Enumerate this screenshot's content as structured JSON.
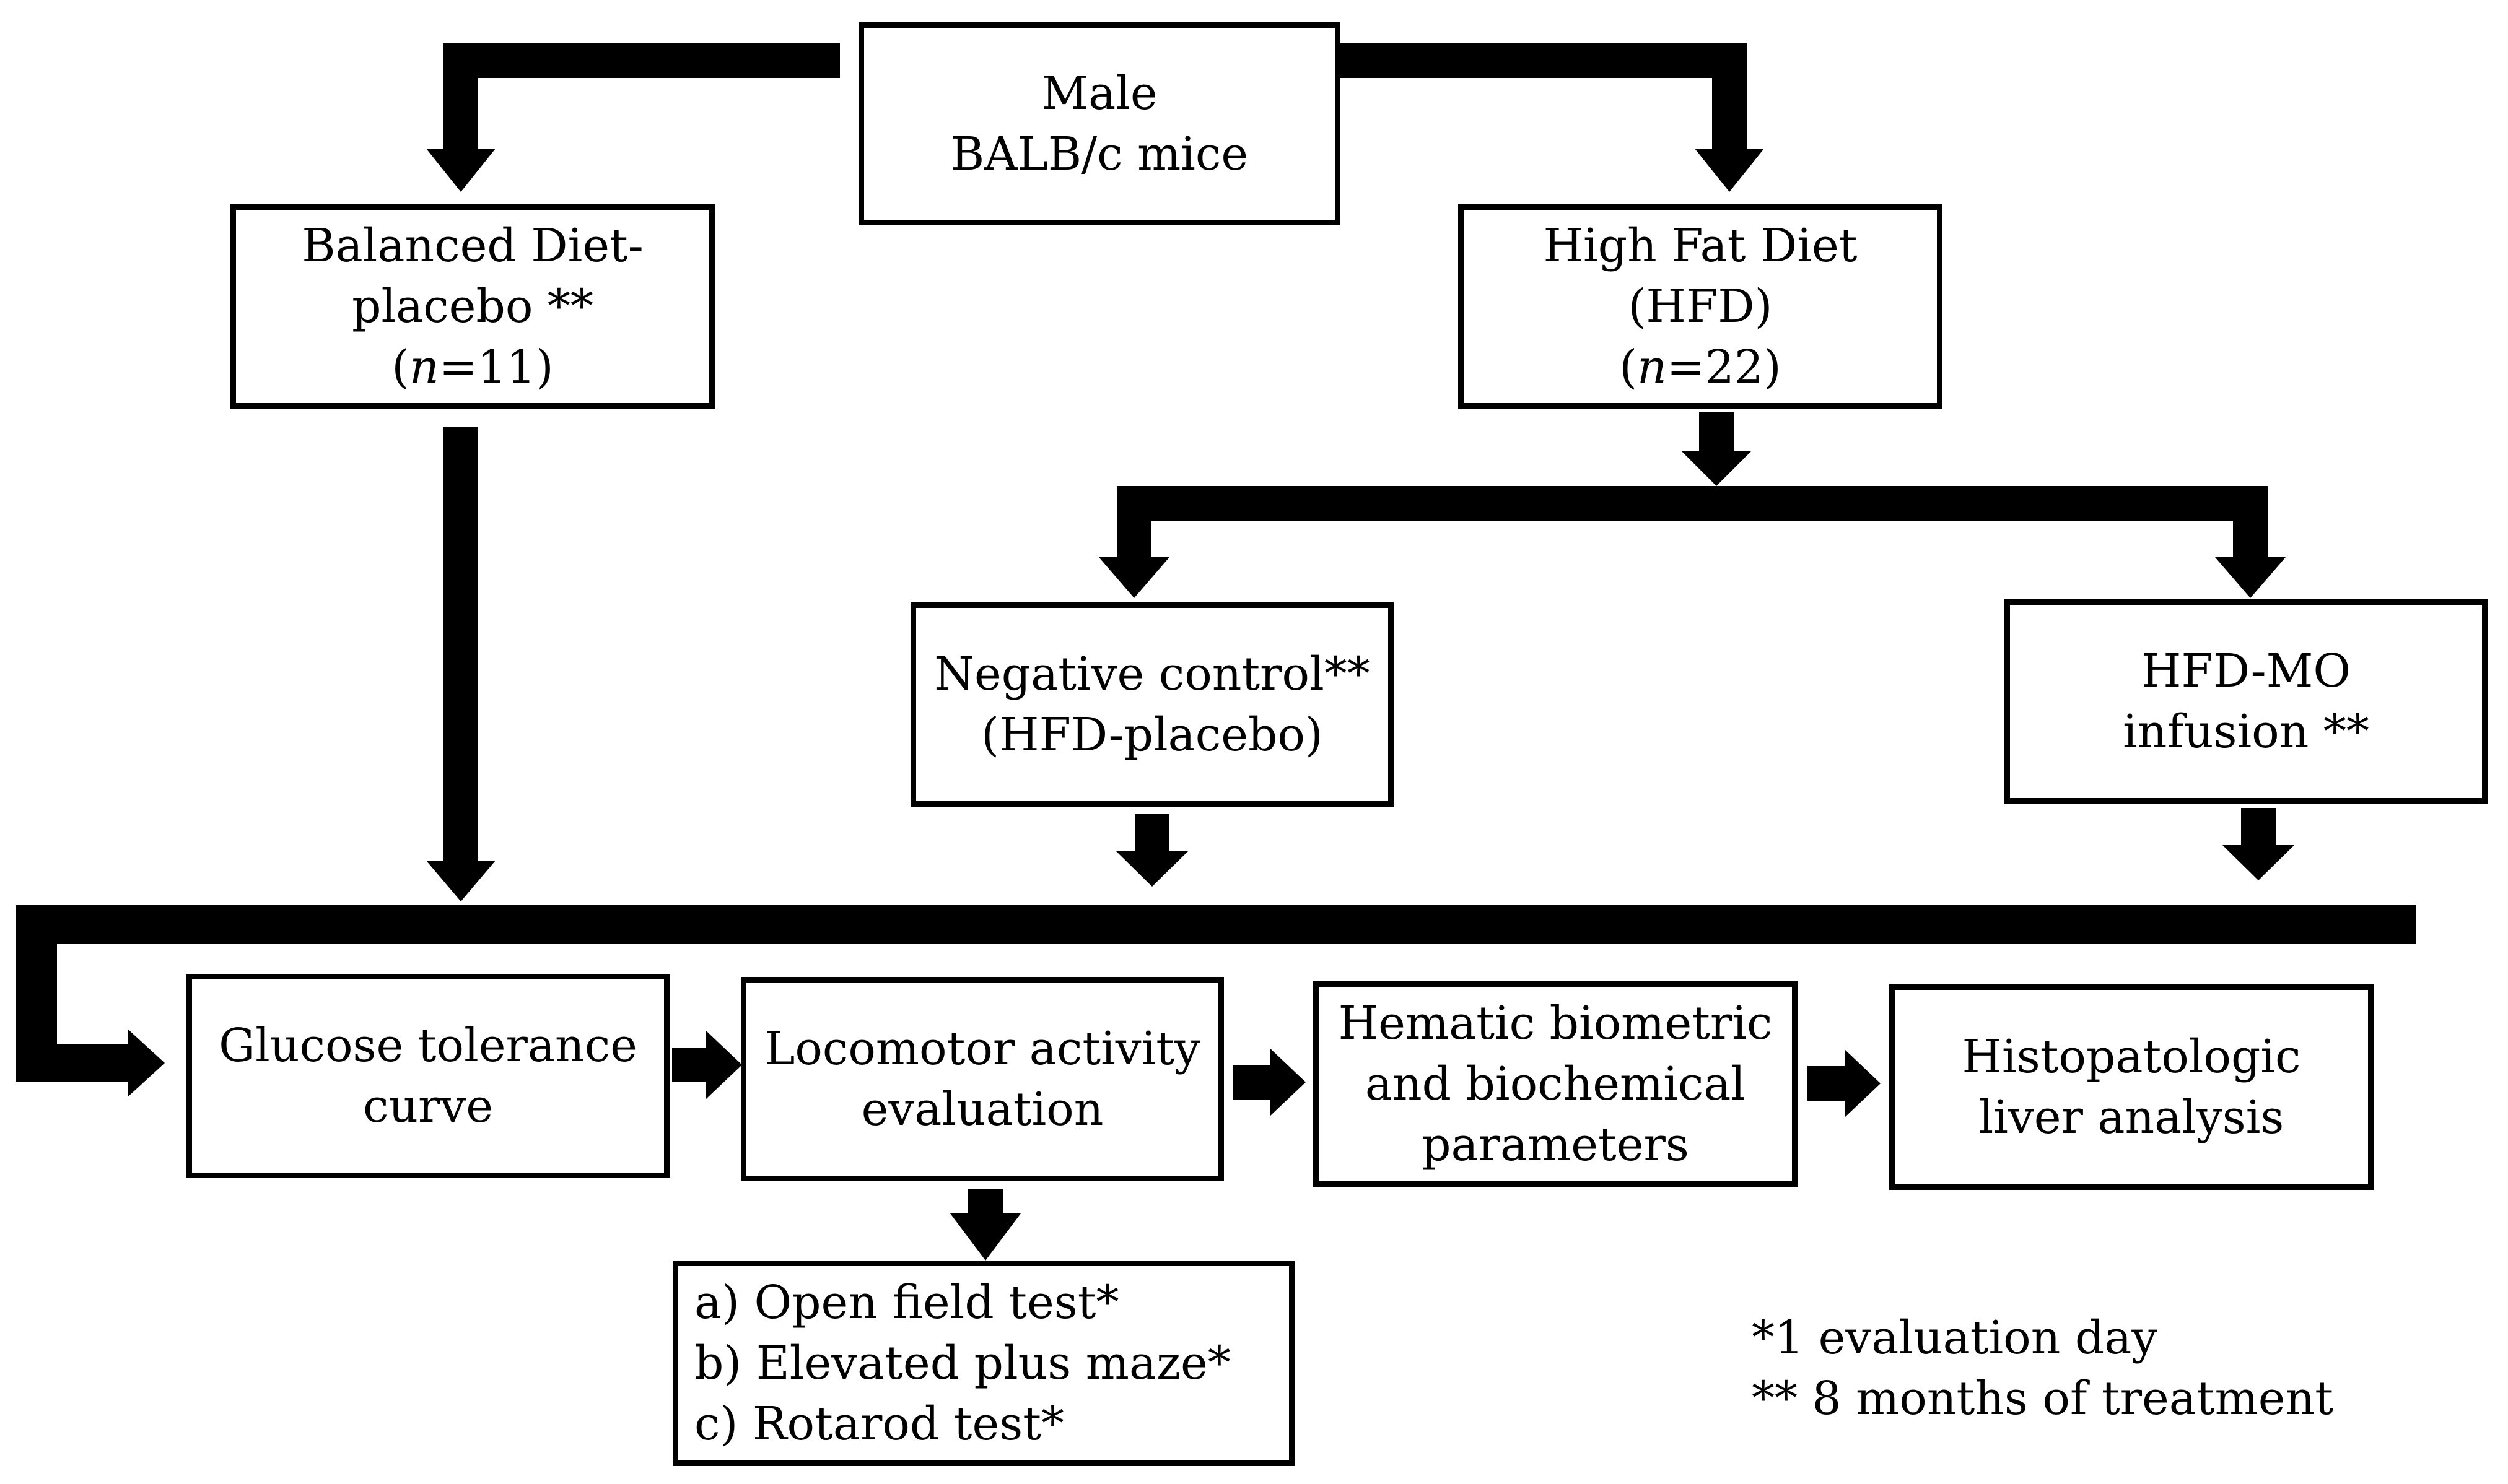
{
  "nodes": {
    "mice": {
      "lines": [
        "Male",
        "BALB/c mice"
      ]
    },
    "balanced": {
      "lines": [
        "Balanced Diet-",
        "placebo **",
        "(n=11)"
      ]
    },
    "hfd": {
      "lines": [
        "High Fat Diet",
        "(HFD)",
        "(n=22)"
      ]
    },
    "negative": {
      "lines": [
        "Negative control**",
        "(HFD-placebo)"
      ]
    },
    "hfdmo": {
      "lines": [
        "HFD-MO",
        "infusion **"
      ]
    },
    "glucose": {
      "lines": [
        "Glucose tolerance",
        "curve"
      ]
    },
    "locomotor": {
      "lines": [
        "Locomotor activity",
        "evaluation"
      ]
    },
    "hematic": {
      "lines": [
        "Hematic biometric",
        "and biochemical",
        "parameters"
      ]
    },
    "histo": {
      "lines": [
        "Histopatologic",
        "liver analysis"
      ]
    },
    "tests": {
      "lines": [
        "a) Open field test*",
        "b) Elevated plus maze*",
        "c) Rotarod test*"
      ]
    }
  },
  "notes": {
    "lines": [
      "*1 evaluation day",
      "** 8 months of treatment"
    ]
  },
  "colors": {
    "stroke": "#000000",
    "background": "#ffffff"
  }
}
